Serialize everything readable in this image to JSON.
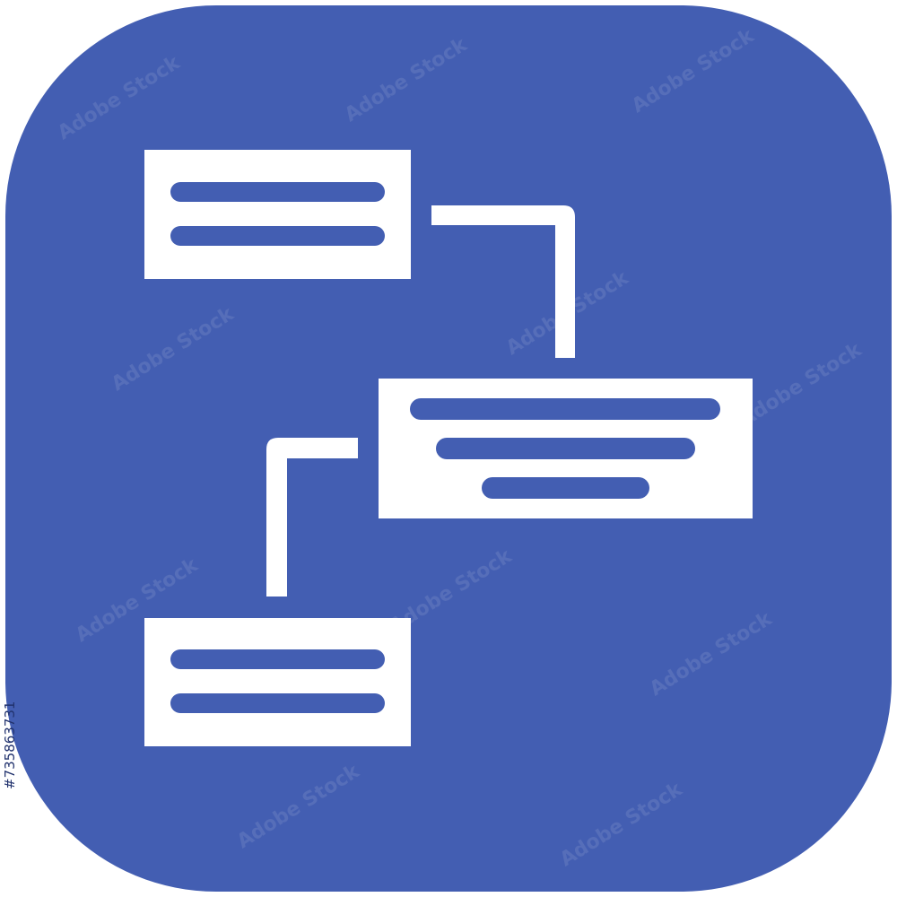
{
  "icon": {
    "name": "flowchart-hierarchy-icon",
    "colors": {
      "background": "#435eb2",
      "foreground": "#ffffff",
      "canvas": "#ffffff"
    },
    "nodes": [
      {
        "name": "top-left-node",
        "line_count": 2
      },
      {
        "name": "middle-right-node",
        "line_count": 3
      },
      {
        "name": "bottom-left-node",
        "line_count": 2
      }
    ],
    "connectors": [
      {
        "from": "top-left-node",
        "to": "middle-right-node"
      },
      {
        "from": "middle-right-node",
        "to": "bottom-left-node"
      }
    ]
  },
  "watermark": {
    "text": "Adobe Stock",
    "stock_id": "#735863731"
  }
}
